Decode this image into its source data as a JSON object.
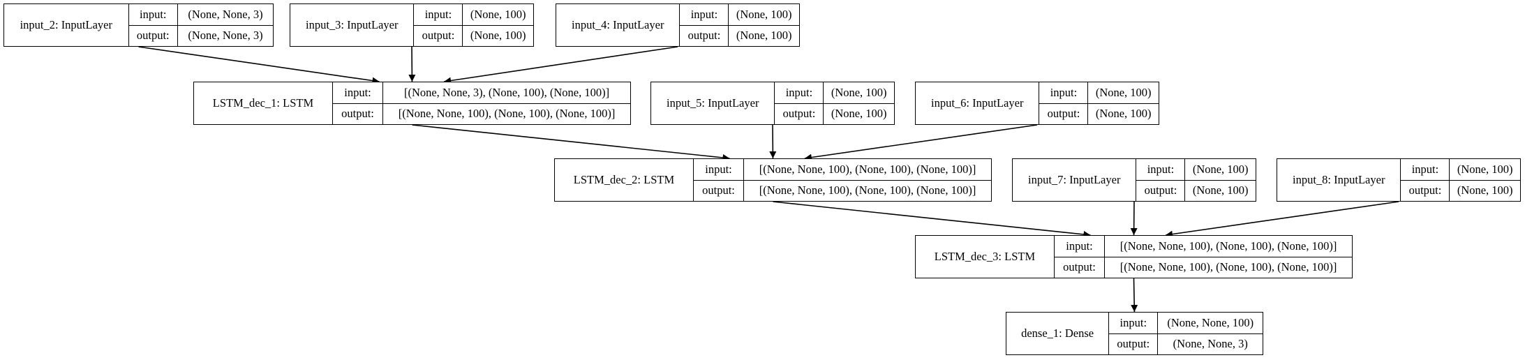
{
  "labels": {
    "input": "input:",
    "output": "output:"
  },
  "nodes": [
    {
      "id": "input_2",
      "name": "input_2: InputLayer",
      "input": "(None, None, 3)",
      "output": "(None, None, 3)"
    },
    {
      "id": "input_3",
      "name": "input_3: InputLayer",
      "input": "(None, 100)",
      "output": "(None, 100)"
    },
    {
      "id": "input_4",
      "name": "input_4: InputLayer",
      "input": "(None, 100)",
      "output": "(None, 100)"
    },
    {
      "id": "lstm_dec_1",
      "name": "LSTM_dec_1: LSTM",
      "input": "[(None, None, 3), (None, 100), (None, 100)]",
      "output": "[(None, None, 100), (None, 100), (None, 100)]"
    },
    {
      "id": "input_5",
      "name": "input_5: InputLayer",
      "input": "(None, 100)",
      "output": "(None, 100)"
    },
    {
      "id": "input_6",
      "name": "input_6: InputLayer",
      "input": "(None, 100)",
      "output": "(None, 100)"
    },
    {
      "id": "lstm_dec_2",
      "name": "LSTM_dec_2: LSTM",
      "input": "[(None, None, 100), (None, 100), (None, 100)]",
      "output": "[(None, None, 100), (None, 100), (None, 100)]"
    },
    {
      "id": "input_7",
      "name": "input_7: InputLayer",
      "input": "(None, 100)",
      "output": "(None, 100)"
    },
    {
      "id": "input_8",
      "name": "input_8: InputLayer",
      "input": "(None, 100)",
      "output": "(None, 100)"
    },
    {
      "id": "lstm_dec_3",
      "name": "LSTM_dec_3: LSTM",
      "input": "[(None, None, 100), (None, 100), (None, 100)]",
      "output": "[(None, None, 100), (None, 100), (None, 100)]"
    },
    {
      "id": "dense_1",
      "name": "dense_1: Dense",
      "input": "(None, None, 100)",
      "output": "(None, None, 3)"
    }
  ],
  "edges": [
    {
      "from": "input_2",
      "to": "lstm_dec_1"
    },
    {
      "from": "input_3",
      "to": "lstm_dec_1"
    },
    {
      "from": "input_4",
      "to": "lstm_dec_1"
    },
    {
      "from": "lstm_dec_1",
      "to": "lstm_dec_2"
    },
    {
      "from": "input_5",
      "to": "lstm_dec_2"
    },
    {
      "from": "input_6",
      "to": "lstm_dec_2"
    },
    {
      "from": "lstm_dec_2",
      "to": "lstm_dec_3"
    },
    {
      "from": "input_7",
      "to": "lstm_dec_3"
    },
    {
      "from": "input_8",
      "to": "lstm_dec_3"
    },
    {
      "from": "lstm_dec_3",
      "to": "dense_1"
    }
  ]
}
